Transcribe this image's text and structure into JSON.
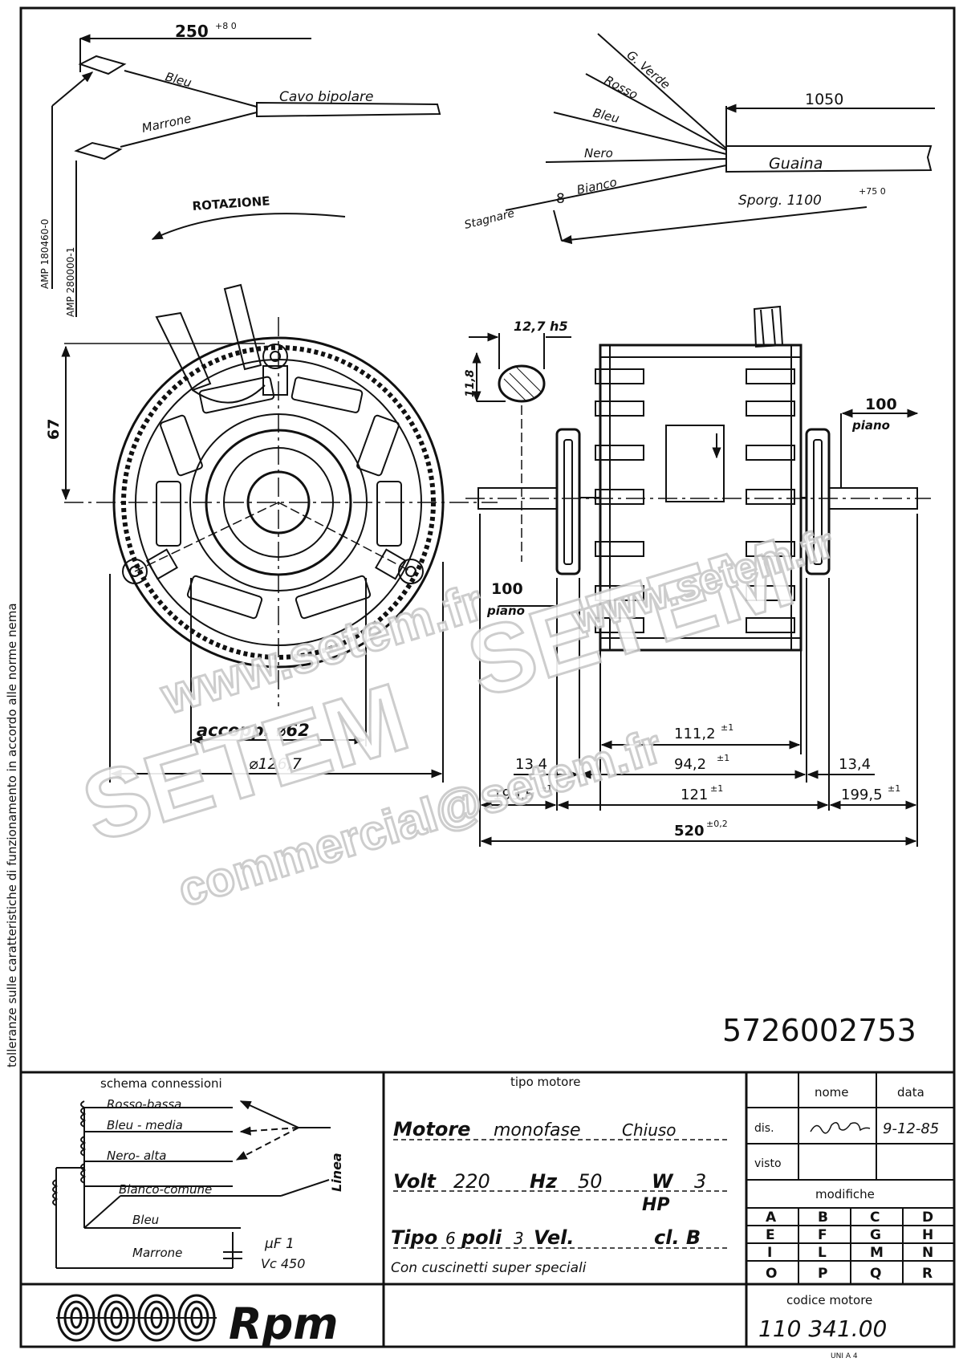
{
  "side_note": "tolleranze sulle caratteristiche di funzionamento in accordo alle norme nema",
  "cable_top": {
    "length": "250",
    "tolerance": "+8 0",
    "wire_blue": "Bleu",
    "wire_brown": "Marrone",
    "cable": "Cavo bipolare",
    "amp_1": "AMP 180460-0",
    "amp_2": "AMP 280000-1",
    "rotation": "ROTAZIONE"
  },
  "cable_right": {
    "wires": [
      "G. Verde",
      "Rosso",
      "Bleu",
      "Nero",
      "Bianco"
    ],
    "length": "1050",
    "sheath": "Guaina",
    "stagnare": "Stagnare",
    "stagnare_len": "8",
    "sporg": "Sporg. 1100",
    "sporg_tol": "+75 0"
  },
  "front_view": {
    "dim_67": "67",
    "coupling": "accopp. ⌀62",
    "diameter": "⌀126,7"
  },
  "side_view": {
    "shaft": "12,7 h5",
    "shaft_flat": "11,8",
    "flat_left": "100",
    "flat_left_sub": "piano",
    "flat_right": "100",
    "flat_right_sub": "piano",
    "d_111": "111,2",
    "d_111_tol": "±1",
    "d_13_left": "13,4",
    "d_94": "94,2",
    "d_94_tol": "±1",
    "d_13_right": "13,4",
    "d_199_left": "199,5",
    "d_199_left_tol": "±1",
    "d_121": "121",
    "d_121_tol": "±1",
    "d_199_right": "199,5",
    "d_199_right_tol": "±1",
    "d_520": "520",
    "d_520_tol": "±0,2"
  },
  "drawing_number": "5726002753",
  "watermark": {
    "line1": "www.setem.fr",
    "line2": "SETEM",
    "line3": "commercial@setem.fr",
    "line4": "SETEM",
    "line5": "www.setem.fr"
  },
  "schema": {
    "title": "schema connessioni",
    "wires": [
      "Rosso-bassa",
      "Bleu - media",
      "Nero- alta",
      "Bianco-comune",
      "Bleu",
      "Marrone"
    ],
    "linea": "Linea",
    "cap": "µF 1",
    "cap_v": "Vc 450"
  },
  "motor": {
    "header": "tipo motore",
    "motore_label": "Motore",
    "motore_value": "monofase",
    "motore_value2": "Chiuso",
    "volt_label": "Volt",
    "volt": "220",
    "hz_label": "Hz",
    "hz": "50",
    "w_label": "W",
    "w": "3",
    "hp_label": "HP",
    "tipo_label": "Tipo",
    "tipo": "6",
    "poli_label": "poli",
    "poli": "3",
    "vel_label": "Vel.",
    "cl_label": "cl. B",
    "note": "Con cuscinetti super speciali"
  },
  "titleblock": {
    "nome": "nome",
    "data": "data",
    "dis": "dis.",
    "dis_date": "9-12-85",
    "visto": "visto",
    "modifiche": "modifiche",
    "letters": [
      "A",
      "B",
      "C",
      "D",
      "E",
      "F",
      "G",
      "H",
      "I",
      "L",
      "M",
      "N",
      "O",
      "P",
      "Q",
      "R"
    ],
    "codice": "codice motore",
    "code": "110 341.00"
  },
  "logo_text": "Rpm",
  "footer_right": "UNI A 4"
}
